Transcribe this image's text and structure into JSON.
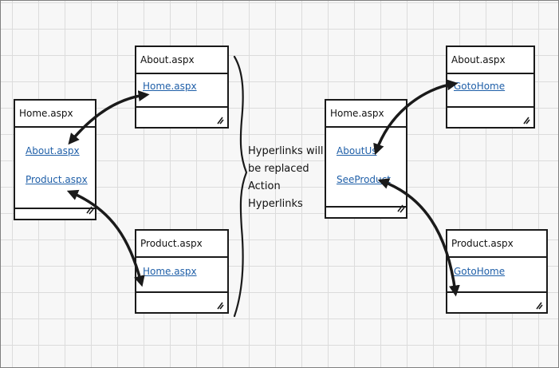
{
  "left": {
    "home": {
      "title": "Home.aspx",
      "links": [
        "About.aspx",
        "Product.aspx"
      ]
    },
    "about": {
      "title": "About.aspx",
      "links": [
        "Home.aspx"
      ]
    },
    "product": {
      "title": "Product.aspx",
      "links": [
        "Home.aspx"
      ]
    }
  },
  "note": {
    "lines": [
      "Hyperlinks will",
      "be replaced",
      "Action",
      "Hyperlinks"
    ]
  },
  "right": {
    "home": {
      "title": "Home.aspx",
      "links": [
        "AboutUs",
        "SeeProduct"
      ]
    },
    "about": {
      "title": "About.aspx",
      "links": [
        "GotoHome"
      ]
    },
    "product": {
      "title": "Product.aspx",
      "links": [
        "GotoHome"
      ]
    }
  },
  "colors": {
    "link": "#1f5fa8",
    "stroke": "#1a1a1a",
    "grid": "#dcdcdc"
  }
}
